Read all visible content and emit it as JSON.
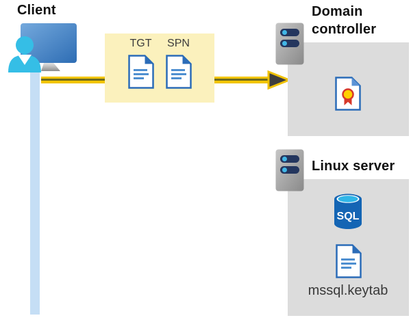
{
  "diagram": {
    "client": {
      "label": "Client"
    },
    "tickets": {
      "tgt_label": "TGT",
      "spn_label": "SPN"
    },
    "domain_controller": {
      "label": "Domain controller"
    },
    "linux_server": {
      "label": "Linux server",
      "sql_text": "SQL",
      "keytab_label": "mssql.keytab"
    },
    "colors": {
      "highlight_box_yellow": "#fbf1bd",
      "arrow_yellow": "#f2c500",
      "arrow_core_olive": "#6f6b1f",
      "arrowhead_gray": "#3e3e3e",
      "panel_gray": "#dcdcdc",
      "timeline_blue": "#c5def5",
      "document_border_blue": "#2b6cb8",
      "document_line_blue": "#4e8fd0",
      "server_body_gray": "#a9a9a9",
      "server_pill_navy": "#24365e",
      "server_dot_cyan": "#41b6e6",
      "monitor_blue": "#3d7cc0",
      "person_cyan": "#35bee6",
      "sql_body_blue": "#1465b4",
      "sql_top_cyan": "#30b6e8",
      "seal_yellow": "#ffd100",
      "seal_red": "#d6382b"
    }
  }
}
